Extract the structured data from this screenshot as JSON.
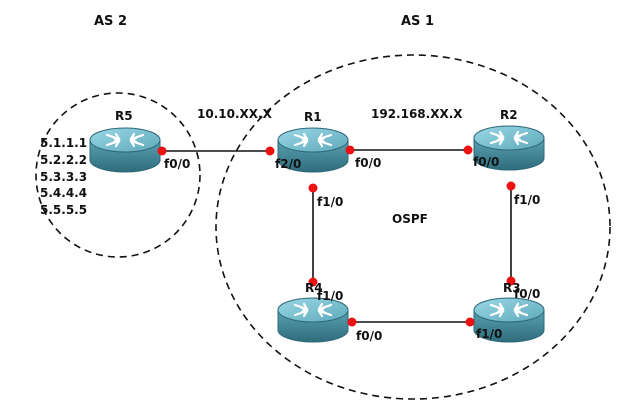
{
  "diagram": {
    "as_labels": {
      "as2": "AS 2",
      "as1": "AS 1"
    },
    "protocol_label": "OSPF",
    "networks": {
      "r5_r1": "10.10.XX.X",
      "r1_r2": "192.168.XX.X"
    },
    "routers": {
      "r5": {
        "name": "R5"
      },
      "r1": {
        "name": "R1"
      },
      "r2": {
        "name": "R2"
      },
      "r3": {
        "name": "R3"
      },
      "r4": {
        "name": "R4"
      }
    },
    "loopbacks": [
      "5.1.1.1",
      "5.2.2.2",
      "5.3.3.3",
      "5.4.4.4",
      "5.5.5.5"
    ],
    "interfaces": {
      "r5_f00": "f0/0",
      "r1_f20": "f2/0",
      "r1_f00": "f0/0",
      "r1_f10": "f1/0",
      "r2_f00": "f0/0",
      "r2_f10": "f1/0",
      "r3_f00": "f0/0",
      "r3_f10": "f1/0",
      "r4_f10": "f1/0",
      "r4_f00": "f0/0"
    },
    "colors": {
      "router_body": "#4a8ea0",
      "router_top": "#7cc4d6",
      "router_edge": "#2e6878",
      "interface_dot": "#ee1111"
    }
  }
}
